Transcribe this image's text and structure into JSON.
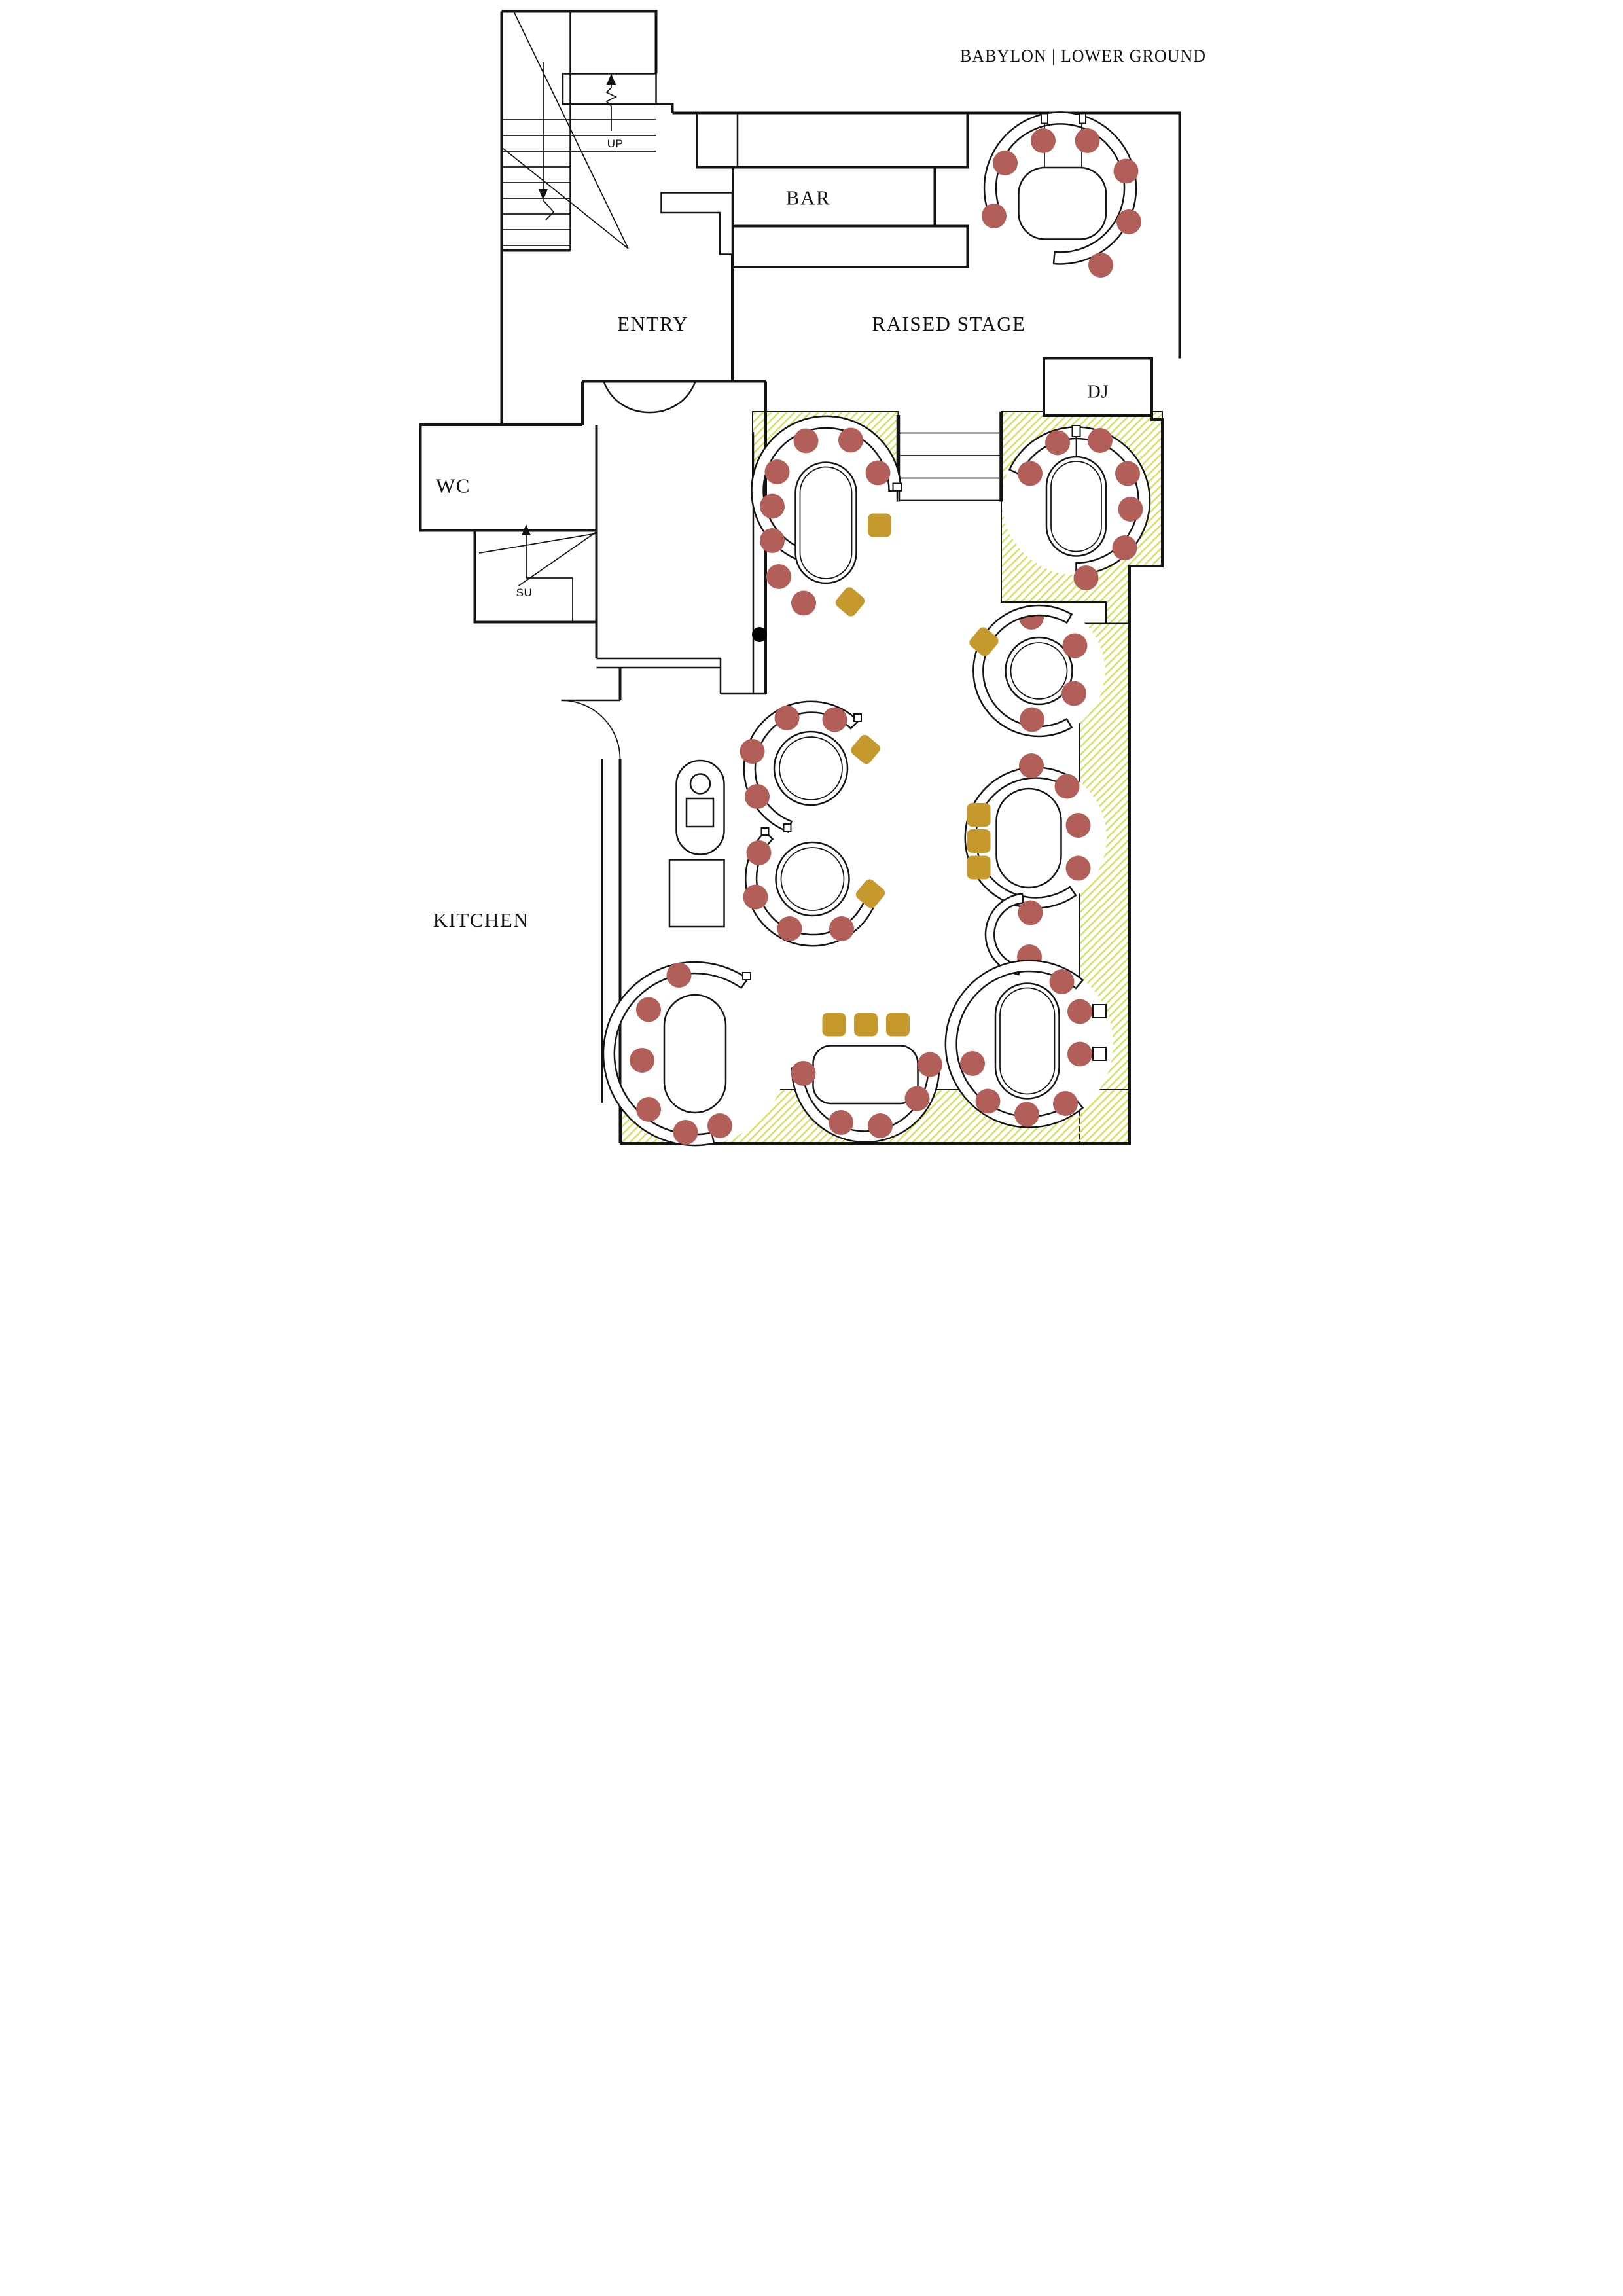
{
  "title": "BABYLON | LOWER GROUND",
  "venue": "Babylon",
  "floor": "Lower Ground",
  "labels": {
    "up": "UP",
    "bar": "BAR",
    "entry": "ENTRY",
    "raised_stage": "RAISED STAGE",
    "dj": "DJ",
    "wc": "WC",
    "su": "SU",
    "kitchen": "KITCHEN"
  },
  "colors": {
    "wall": "#141414",
    "chair": "#b25f59",
    "stool": "#c6992d",
    "hatch": "#d4e06c",
    "floor": "#ffffff",
    "column": "#000000"
  },
  "inventory": {
    "booths": 11,
    "tables": 10,
    "dining_chairs": 58,
    "stools": 11,
    "raised_platforms_hatched": 2,
    "steps_between_platforms": 4,
    "service_columns": 1
  },
  "areas": [
    "BAR",
    "ENTRY",
    "RAISED STAGE",
    "DJ",
    "WC",
    "KITCHEN"
  ]
}
